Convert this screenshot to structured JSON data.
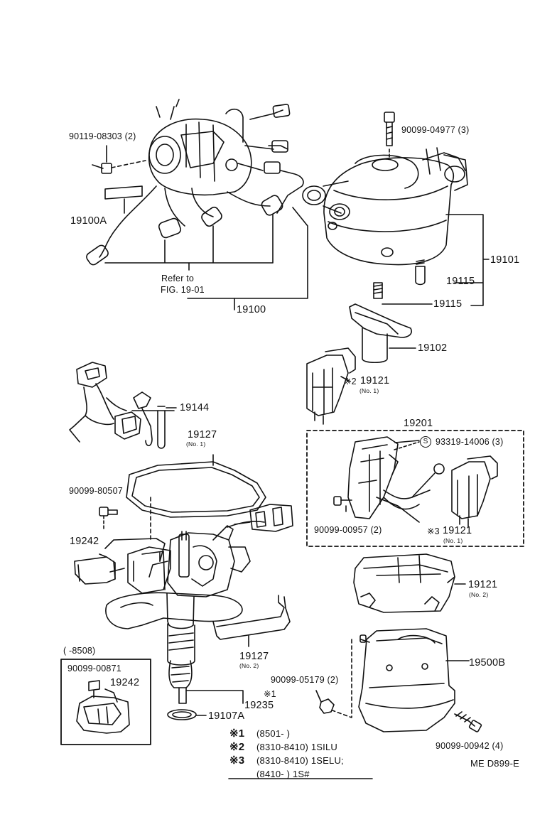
{
  "diagram_code": "ME D899-E",
  "labels": {
    "p90119_08303": "90119-08303 (2)",
    "p90099_04977": "90099-04977 (3)",
    "p19100a": "19100A",
    "p19101": "19101",
    "p19115a": "19115",
    "p19115b": "19115",
    "refer_to": "Refer to",
    "fig_ref": "FIG. 19-01",
    "p19100": "19100",
    "p19102": "19102",
    "p19121_no1_a": "19121",
    "note_mark_2": "※2",
    "no1_a": "(No. 1)",
    "p19144": "19144",
    "p19127_no1": "19127",
    "no1_b": "(No. 1)",
    "p19201": "19201",
    "circle_s": "S",
    "p93319_14006": "93319-14006 (3)",
    "p90099_80507": "90099-80507",
    "p90099_00957": "90099-00957 (2)",
    "note_mark_3": "※3",
    "p19121_no1_b": "19121",
    "no1_c": "(No. 1)",
    "p19242_a": "19242",
    "p19121_no2": "19121",
    "no2_a": "(No. 2)",
    "range_8508": "(        -8508)",
    "p90099_00871": "90099-00871",
    "p19242_b": "19242",
    "p19127_no2": "19127",
    "no2_b": "(No. 2)",
    "p19500b": "19500B",
    "p90099_05179": "90099-05179 (2)",
    "note_mark_1": "※1",
    "p19235": "19235",
    "p19107a": "19107A",
    "p90099_00942": "90099-00942 (4)"
  },
  "notes": [
    {
      "mark": "※1",
      "text": "(8501-        )"
    },
    {
      "mark": "※2",
      "text": "(8310-8410) 1SILU"
    },
    {
      "mark": "※3",
      "text": "(8310-8410) 1SELU;"
    },
    {
      "mark": "",
      "text": "(8410-        ) 1S#"
    }
  ]
}
